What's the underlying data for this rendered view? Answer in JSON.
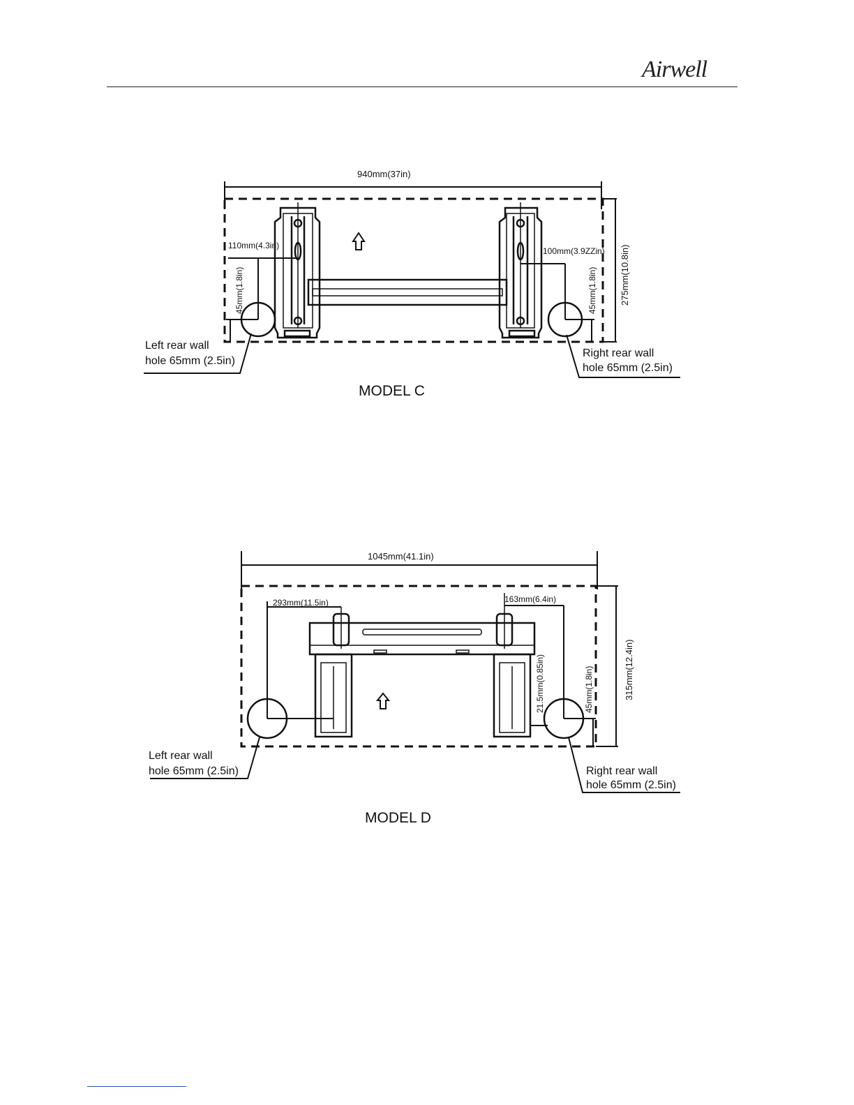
{
  "header": {
    "brand": "Airwell"
  },
  "models": [
    {
      "title": "MODEL C",
      "width_dim": "940mm(37in)",
      "height_dim": "275mm(10.8in)",
      "left_offset": "110mm(4.3in)",
      "right_offset": "100mm(3.9ZZin)",
      "left_hole_height": "45mm(1.8in)",
      "right_hole_height": "45mm(1.8in)",
      "left_hole": {
        "line1": "Left rear wall",
        "line2": "hole 65mm (2.5in)"
      },
      "right_hole": {
        "line1": "Right rear wall",
        "line2": "hole 65mm (2.5in)"
      }
    },
    {
      "title": "MODEL D",
      "width_dim": "1045mm(41.1in)",
      "height_dim": "315mm(12.4in)",
      "left_offset": "293mm(11.5in)",
      "right_offset": "163mm(6.4in)",
      "bracket_dim": "21.5mm(0.85in)",
      "right_hole_height": "45mm(1.8in)",
      "left_hole": {
        "line1": "Left rear wall",
        "line2": "hole 65mm (2.5in)"
      },
      "right_hole": {
        "line1": "Right rear wall",
        "line2": "hole 65mm (2.5in)"
      }
    }
  ]
}
